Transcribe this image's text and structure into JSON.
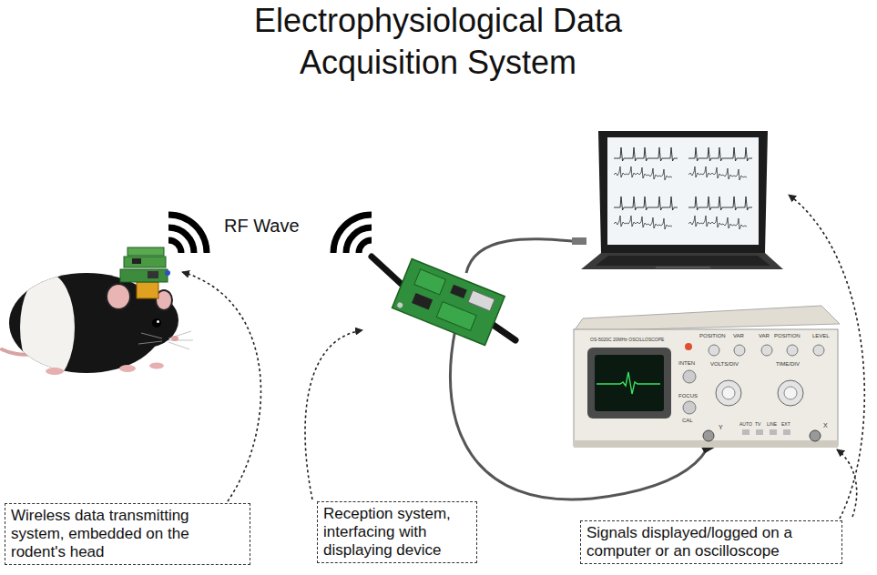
{
  "diagram": {
    "title": "Electrophysiological Data Acquisition System",
    "nodes": [
      {
        "text": [
          "Wireless data transmitting system, embedded on the rodent's head"
        ]
      },
      {
        "text": [
          "Reception system, interfacing with displaying device"
        ]
      },
      {
        "text": [
          "Signals displayed/logged on a computer or an oscilloscope"
        ]
      }
    ],
    "labels": [
      "RF Wave",
      "POSITION",
      "VAR",
      "VOLTS/DIV",
      "INTEN",
      "FOCUS",
      "CAL",
      "VAR",
      "POSITION",
      "LEVEL",
      "TIME/DIV",
      "Y",
      "AUTO",
      "TV",
      "LINE",
      "EXT",
      "X",
      "OS-5020C 20MHz OSCILLOSCOPE"
    ]
  }
}
